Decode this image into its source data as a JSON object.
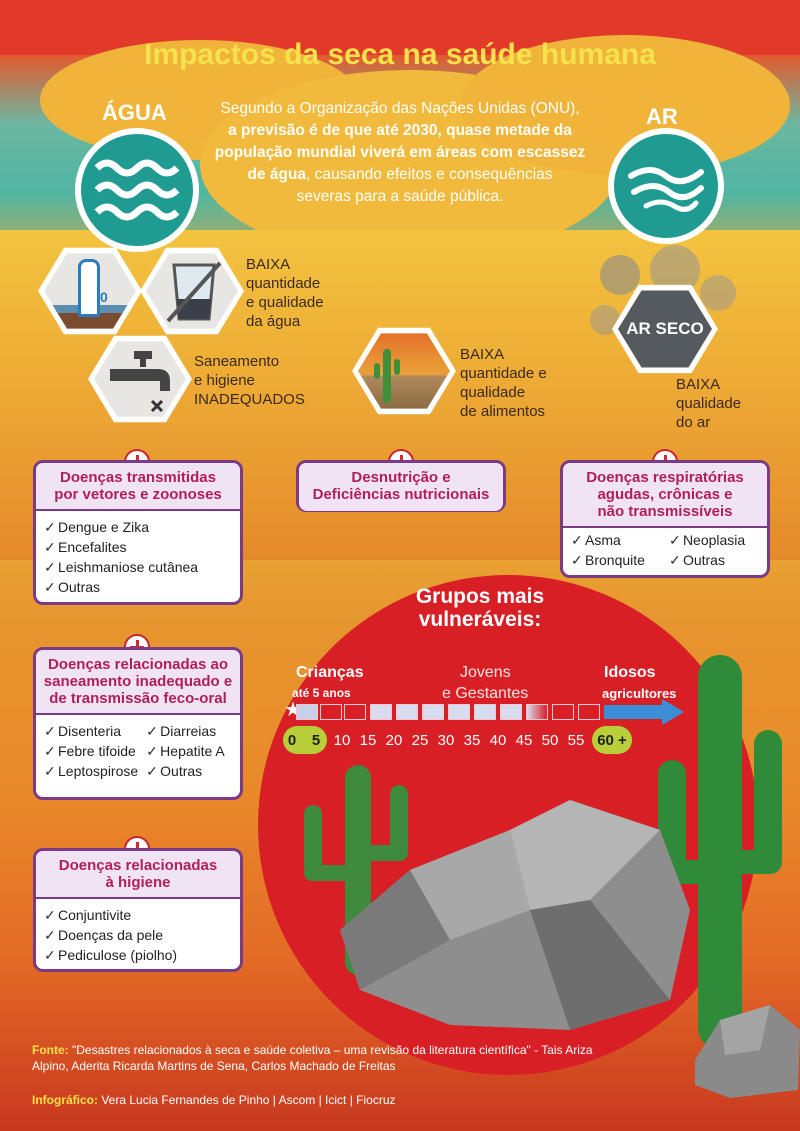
{
  "title": "Impactos da seca na saúde humana",
  "agua_label": "ÁGUA",
  "ar_label": "AR",
  "intro": {
    "line1": "Segundo a Organização das Nações Unidas (ONU),",
    "line2": "a previsão é de que até 2030, quase metade da",
    "line3": "população mundial viverá em áreas com escassez",
    "line4_bold": "de água",
    "line4_rest": ", causando efeitos e consequências",
    "line5": "severas para a saúde pública."
  },
  "water_caption": {
    "l1": "BAIXA",
    "l2": "quantidade",
    "l3": "e qualidade",
    "l4": "da água"
  },
  "thermo_label": "0",
  "sanitation_caption": {
    "l1": "Saneamento",
    "l2": "e higiene",
    "l3": "INADEQUADOS"
  },
  "food_caption": {
    "l1": "BAIXA",
    "l2": "quantidade e",
    "l3": "qualidade",
    "l4": "de alimentos"
  },
  "air_badge": "AR SECO",
  "air_caption": {
    "l1": "BAIXA",
    "l2": "qualidade",
    "l3": "do ar"
  },
  "box_vetores": {
    "title1": "Doenças transmitidas",
    "title2": "por vetores e zoonoses",
    "items": [
      "Dengue e Zika",
      "Encefalites",
      "Leishmaniose cutânea",
      "Outras"
    ]
  },
  "box_nutricao": {
    "title1": "Desnutrição e",
    "title2": "Deficiências nutricionais"
  },
  "box_resp": {
    "title1": "Doenças respiratórias",
    "title2": "agudas, crônicas e",
    "title3": "não transmissíveis",
    "col1": [
      "Asma",
      "Bronquite"
    ],
    "col2": [
      "Neoplasia",
      "Outras"
    ]
  },
  "box_saneamento": {
    "title1": "Doenças relacionadas ao",
    "title2": "saneamento inadequado e",
    "title3": "de transmissão feco-oral",
    "col1": [
      "Disenteria",
      "Febre tifoide",
      "Leptospirose"
    ],
    "col2": [
      "Diarreias",
      "Hepatite A",
      "Outras"
    ]
  },
  "box_higiene": {
    "title1": "Doenças relacionadas",
    "title2": "à higiene",
    "items": [
      "Conjuntivite",
      "Doenças da pele",
      "Pediculose (piolho)"
    ]
  },
  "groups": {
    "title1": "Grupos mais",
    "title2": "vulneráveis:",
    "criancas": "Crianças",
    "criancas_sub": "até 5 anos",
    "jovens": "Jovens",
    "gestantes": "e Gestantes",
    "idosos": "Idosos",
    "agricultores": "agricultores",
    "ticks": [
      "0",
      "5",
      "10",
      "15",
      "20",
      "25",
      "30",
      "35",
      "40",
      "45",
      "50",
      "55",
      "60 +"
    ]
  },
  "footer": {
    "fonte_label": "Fonte:",
    "fonte_text1": "\"Desastres relacionados à seca e saúde coletiva – uma revisão da literatura científica\" - Tais Ariza",
    "fonte_text2": "Alpino, Aderita Ricarda Martins de Sena, Carlos Machado de Freitas",
    "info_label": "Infográfico:",
    "info_text": "Vera Lucia Fernandes de Pinho | Ascom | Icict | Fiocruz"
  }
}
